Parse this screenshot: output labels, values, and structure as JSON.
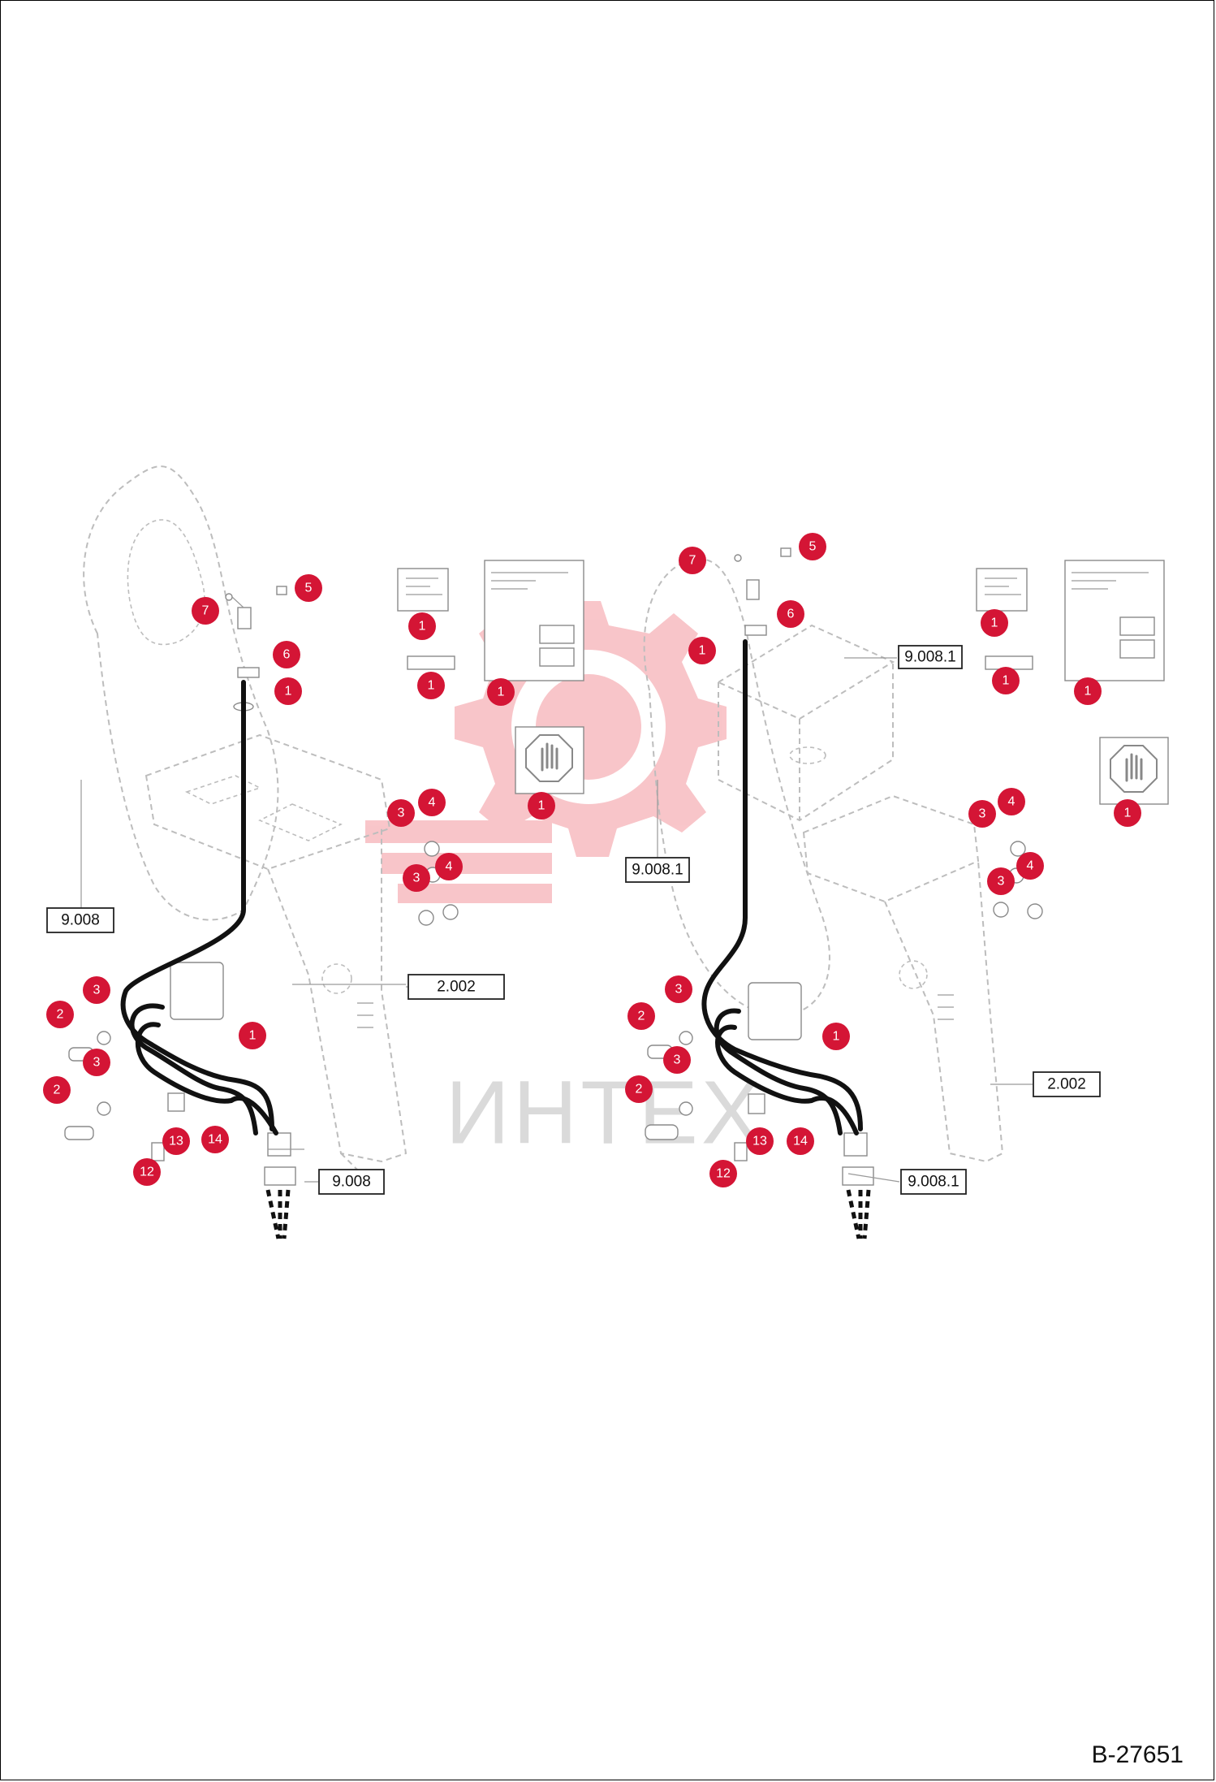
{
  "document_number": "B-27651",
  "watermark": "ИНТЕХ",
  "left_view": {
    "refs": {
      "seat": "9.008",
      "console": "2.002",
      "harness": "9.008"
    },
    "callouts": {
      "c7": "7",
      "c5": "5",
      "c6": "6",
      "c1a": "1",
      "c1b": "1",
      "c1c": "1",
      "c1d": "1",
      "c1e": "1",
      "c3a": "3",
      "c4a": "4",
      "c3b": "3",
      "c4b": "4",
      "c3c": "3",
      "c2a": "2",
      "c3d": "3",
      "c2b": "2",
      "c1f": "1",
      "c13": "13",
      "c14": "14",
      "c12": "12"
    }
  },
  "right_view": {
    "refs": {
      "panel": "9.008.1",
      "seat": "9.008.1",
      "console": "2.002",
      "harness": "9.008.1"
    },
    "callouts": {
      "c7": "7",
      "c5": "5",
      "c6": "6",
      "c1a": "1",
      "c1b": "1",
      "c1c": "1",
      "c1d": "1",
      "c1e": "1",
      "c3a": "3",
      "c4a": "4",
      "c3b": "3",
      "c4b": "4",
      "c3c": "3",
      "c2a": "2",
      "c3d": "3",
      "c2b": "2",
      "c1f": "1",
      "c13": "13",
      "c14": "14",
      "c12": "12"
    }
  },
  "colors": {
    "callout": "#d41535",
    "watermark": "#f3a9b1"
  },
  "icons": [
    "stop-hand-icon",
    "watermark-gear-logo"
  ]
}
